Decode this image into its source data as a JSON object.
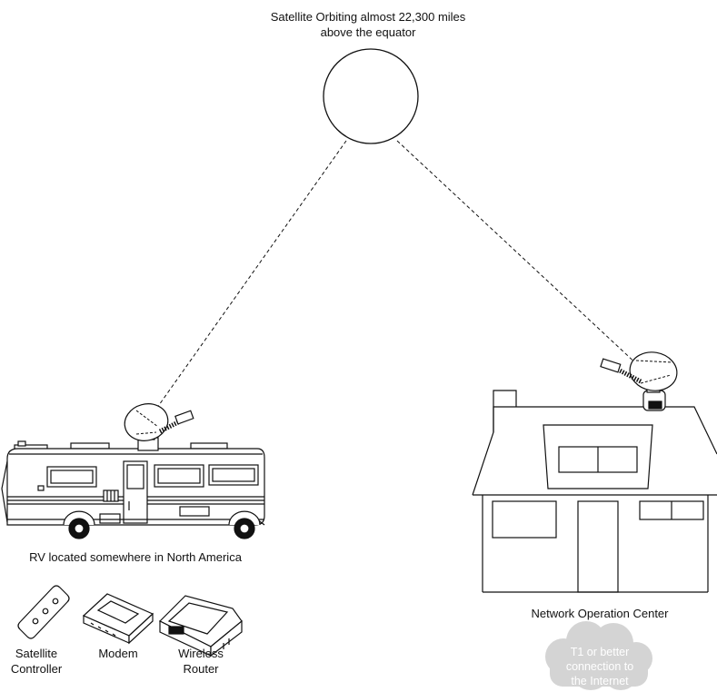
{
  "satellite": {
    "caption_line1": "Satellite Orbiting almost 22,300 miles",
    "caption_line2": "above the equator"
  },
  "rv": {
    "caption": "RV located somewhere in North America"
  },
  "noc": {
    "caption": "Network Operation Center"
  },
  "equipment": [
    {
      "line1": "Satellite",
      "line2": "Controller"
    },
    {
      "line1": "Modem",
      "line2": ""
    },
    {
      "line1": "Wireless",
      "line2": "Router"
    }
  ],
  "internet": {
    "line1": "T1 or better",
    "line2": "connection to",
    "line3": "the Internet"
  },
  "colors": {
    "ink": "#111111",
    "cloud": "#d4d4d4",
    "background": "#ffffff"
  }
}
